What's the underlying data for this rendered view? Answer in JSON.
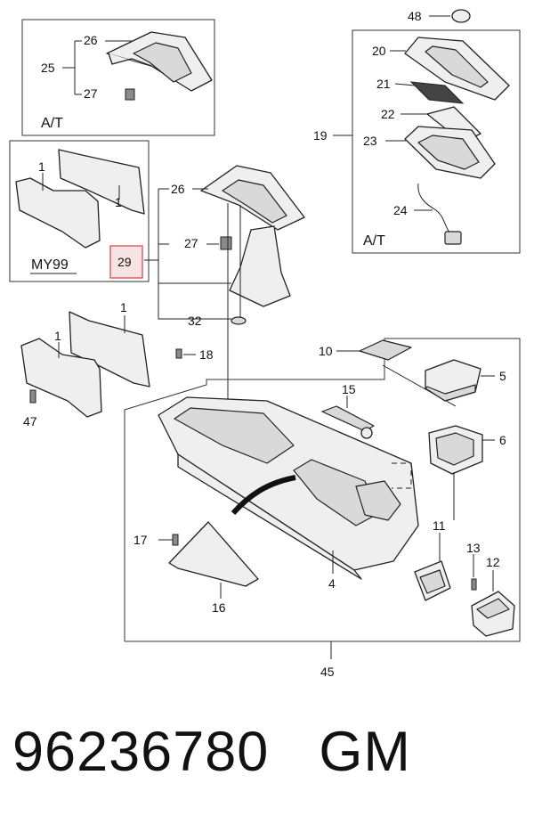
{
  "labels": {
    "l48": "48",
    "l20": "20",
    "l21": "21",
    "l22": "22",
    "l19": "19",
    "l23": "23",
    "l24": "24",
    "l26a": "26",
    "l25": "25",
    "l27a": "27",
    "l26b": "26",
    "l27b": "27",
    "l29": "29",
    "l32": "32",
    "l1a": "1",
    "l1b": "1",
    "l1c": "1",
    "l1d": "1",
    "l10": "10",
    "l5": "5",
    "l15": "15",
    "l18": "18",
    "l47": "47",
    "l6": "6",
    "l11": "11",
    "l13": "13",
    "l12": "12",
    "l17": "17",
    "l16": "16",
    "l4": "4",
    "l45": "45"
  },
  "tags": {
    "at_top_left": "A/T",
    "at_top_right": "A/T",
    "my99": "MY99"
  },
  "highlight_color": "#e06060",
  "footer": {
    "part_number": "96236780",
    "brand": "GM"
  }
}
